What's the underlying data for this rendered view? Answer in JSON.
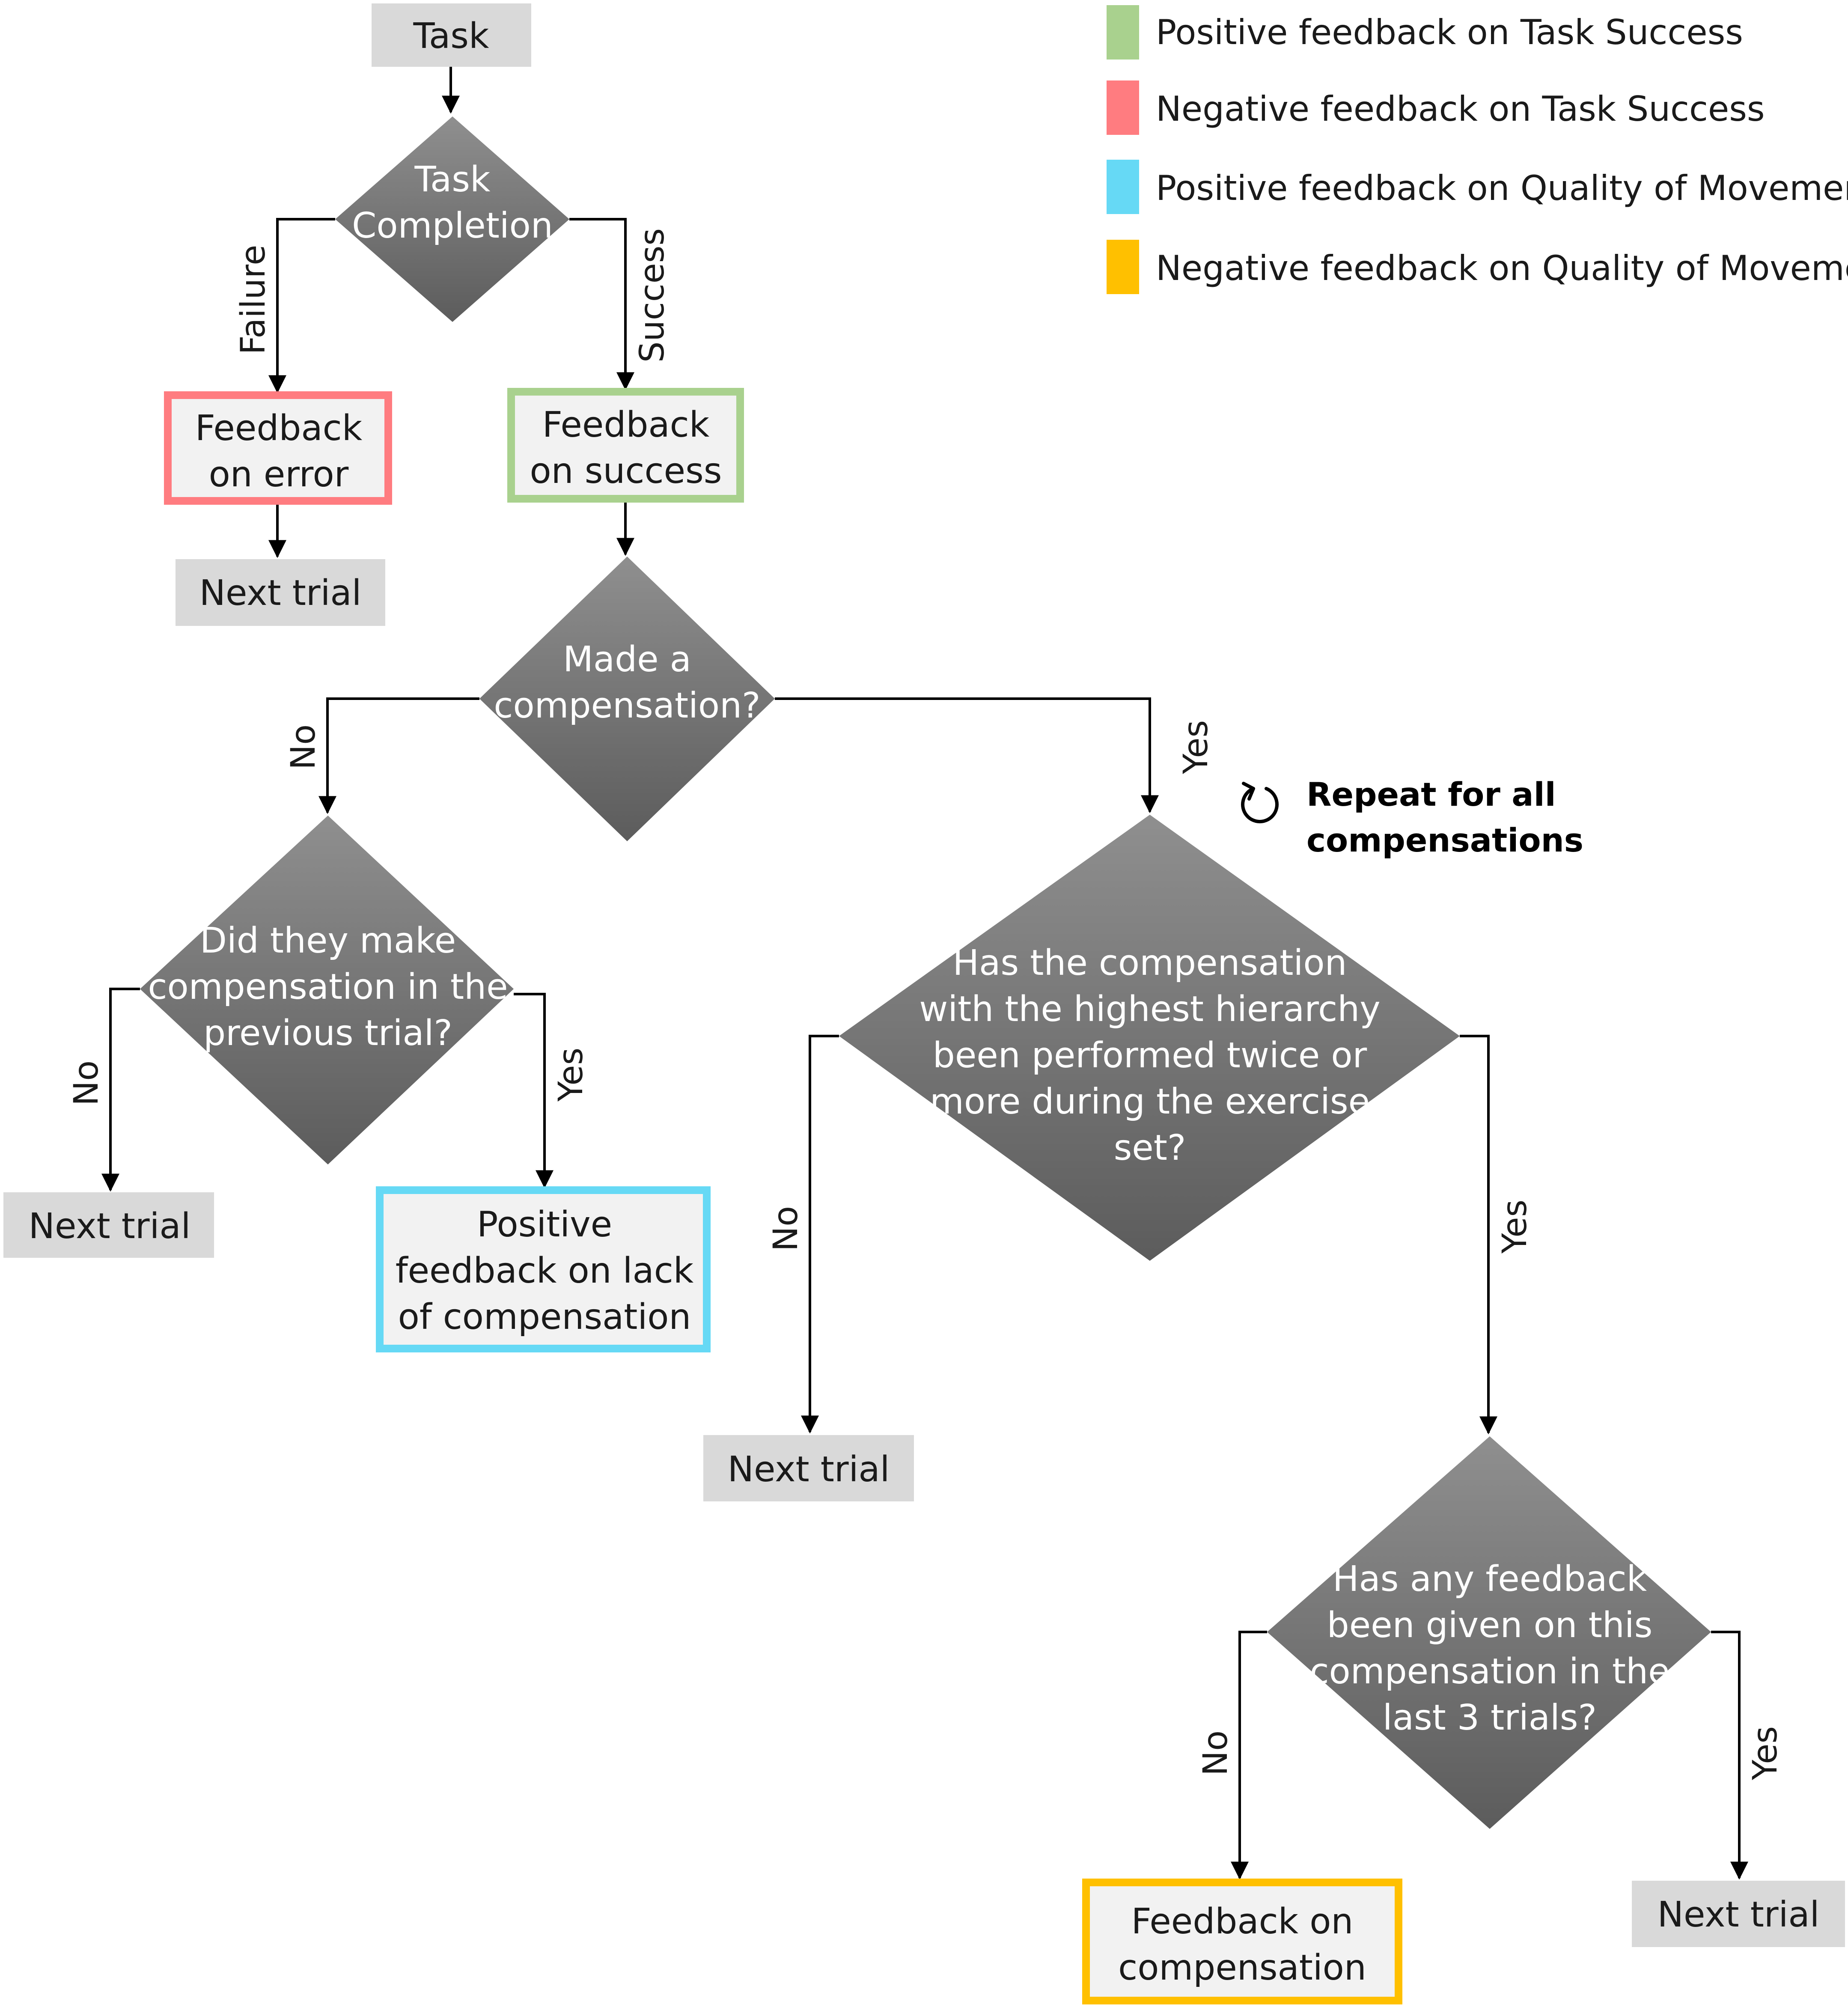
{
  "nodes": {
    "task": {
      "text": "Task"
    },
    "task_completion": {
      "lines": [
        "Task",
        "Completion"
      ]
    },
    "feedback_error": {
      "lines": [
        "Feedback",
        "on error"
      ]
    },
    "feedback_success": {
      "lines": [
        "Feedback",
        "on success"
      ]
    },
    "next_trial_1": {
      "text": "Next trial"
    },
    "made_compensation": {
      "lines": [
        "Made a",
        "compensation?"
      ]
    },
    "prev_trial": {
      "lines": [
        "Did they make",
        "compensation in the",
        "previous trial?"
      ]
    },
    "next_trial_2": {
      "text": "Next trial"
    },
    "positive_lack": {
      "lines": [
        "Positive",
        "feedback on lack",
        "of compensation"
      ]
    },
    "highest_hierarchy": {
      "lines": [
        "Has the compensation",
        "with the highest hierarchy",
        "been performed twice or",
        "more during the exercise",
        "set?"
      ]
    },
    "next_trial_3": {
      "text": "Next trial"
    },
    "last_3_trials": {
      "lines": [
        "Has any feedback",
        "been given on this",
        "compensation in the",
        "last 3 trials?"
      ]
    },
    "feedback_compensation": {
      "lines": [
        "Feedback on",
        "compensation"
      ]
    },
    "next_trial_4": {
      "text": "Next trial"
    }
  },
  "edge_labels": {
    "failure": "Failure",
    "success": "Success",
    "no_1": "No",
    "yes_1": "Yes",
    "no_2": "No",
    "yes_2": "Yes",
    "no_3": "No",
    "yes_3": "Yes",
    "no_4": "No",
    "yes_4": "Yes"
  },
  "repeat_note": {
    "lines": [
      "Repeat for all",
      "compensations"
    ],
    "icon": "repeat-icon"
  },
  "legend": [
    {
      "label": "Positive feedback on Task Success",
      "color": "#a9d18e"
    },
    {
      "label": "Negative feedback on Task Success",
      "color": "#ff7c80"
    },
    {
      "label": "Positive feedback on Quality of Movement",
      "color": "#66d9f5"
    },
    {
      "label": "Negative feedback on Quality of Movement",
      "color": "#ffc000"
    }
  ],
  "colors": {
    "terminal_fill": "#d9d9d9",
    "feedback_fill": "#f2f2f2",
    "decision_light": "#8f8f8f",
    "decision_dark": "#5c5c5c",
    "line": "#000000"
  }
}
